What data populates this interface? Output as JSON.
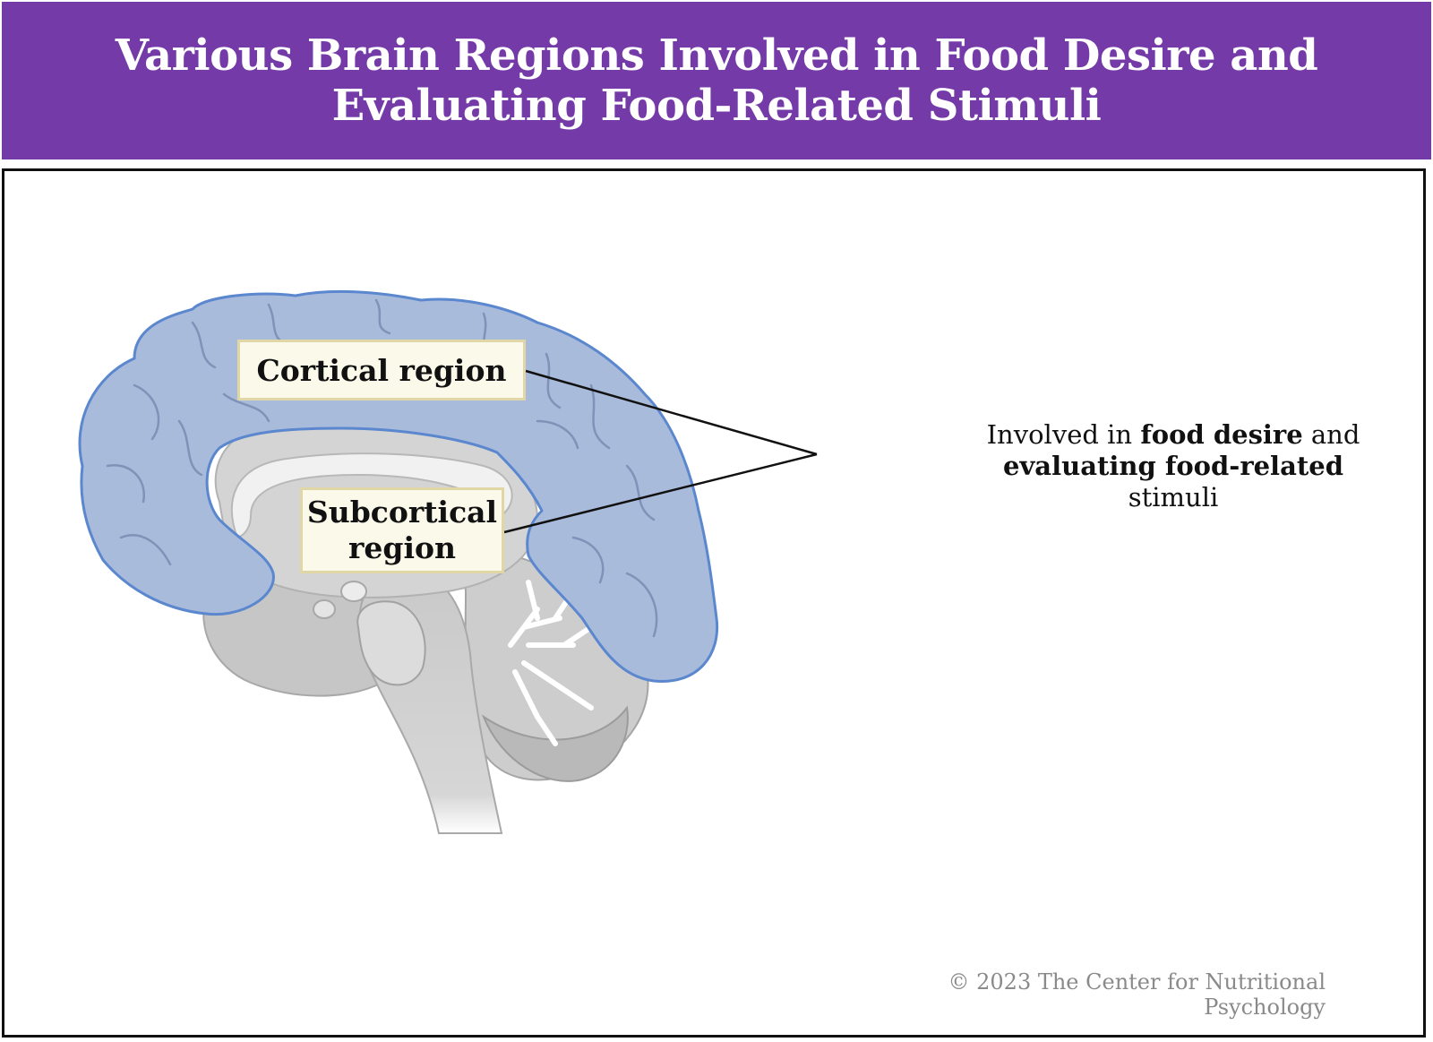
{
  "header": {
    "title_line1": "Various Brain Regions Involved in Food Desire and",
    "title_line2": "Evaluating Food-Related Stimuli",
    "background_color": "#743ba8"
  },
  "labels": {
    "cortical": "Cortical region",
    "subcortical_line1": "Subcortical",
    "subcortical_line2": "region"
  },
  "description": {
    "part1": "Involved in ",
    "part2_bold": "food desire",
    "part3": " and",
    "part4_bold": "evaluating food-related",
    "part5": "stimuli"
  },
  "copyright": "© 2023 The Center for Nutritional Psychology",
  "colors": {
    "cortex_fill": "#a9bbdb",
    "cortex_stroke": "#5b87cf",
    "brain_gray": "#c8c8c8",
    "label_fill": "#fbf9ea",
    "label_border": "#e0d6a6"
  },
  "icons": {
    "brain": "brain-sagittal-illustration"
  }
}
